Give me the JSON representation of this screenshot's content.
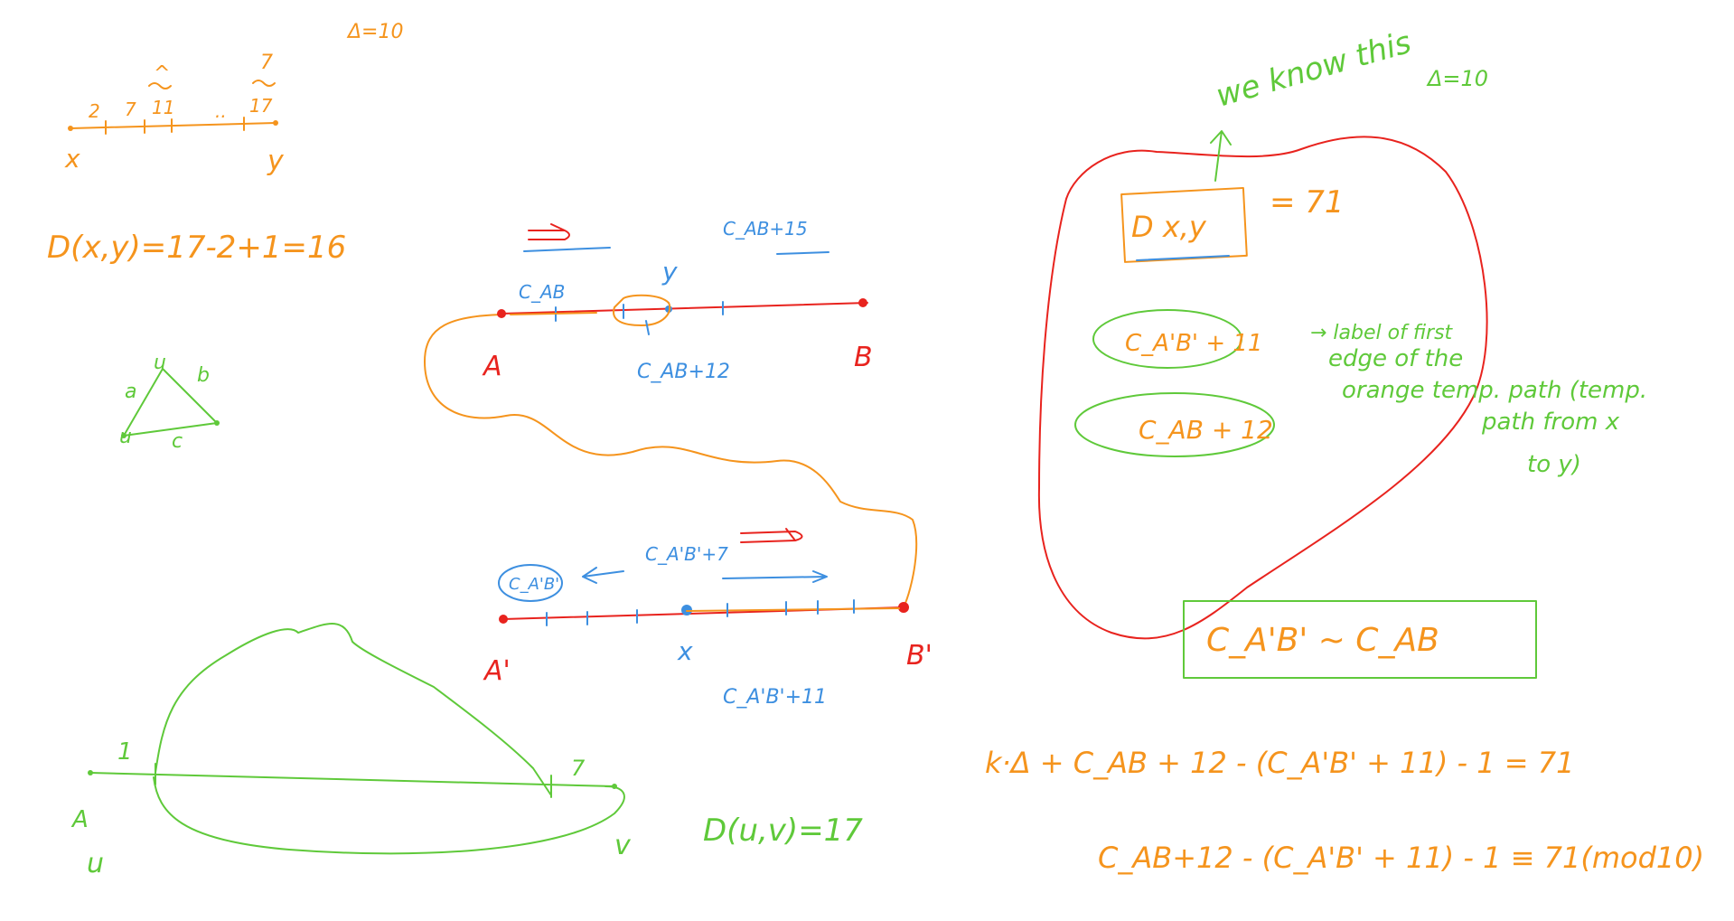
{
  "colors": {
    "orange": "#f5941d",
    "green": "#5fc93a",
    "blue": "#3d8fe0",
    "red": "#e8231e",
    "background": "#ffffff"
  },
  "top_left": {
    "delta": "Δ=10",
    "tilde_hat": "^",
    "tilde_7": "7",
    "ticks": [
      "2",
      "7",
      "11",
      "..",
      "17"
    ],
    "x_label": "x",
    "y_label": "y",
    "distance_formula": "D(x,y)=17-2+1=16"
  },
  "triangle": {
    "top_vertex": "u",
    "left_vertex": "u",
    "edge_a": "a",
    "edge_b": "b",
    "edge_c": "c"
  },
  "bottom_left": {
    "one_label": "1",
    "seven_label": "7",
    "a_label": "A",
    "u_label": "u",
    "v_label": "v",
    "distance_uv": "D(u,v)=17"
  },
  "middle": {
    "cab_label": "C_AB",
    "cab_plus_15": "C_AB+15",
    "cab_plus_12": "C_AB+12",
    "y_label": "y",
    "a_label": "A",
    "b_label": "B",
    "cab_prime_circle": "C_A'B'",
    "cab_prime_plus_7": "C_A'B'+7",
    "a_prime_label": "A'",
    "b_prime_label": "B'",
    "x_label": "x",
    "cab_prime_plus_11": "C_A'B'+11"
  },
  "right": {
    "we_know_this": "we know this",
    "delta": "Δ=10",
    "d_xy": "D x,y",
    "equals_71": "= 71",
    "cab_prime_plus_11": "C_A'B' + 11",
    "cab_plus_12": "C_AB + 12",
    "note_line1": "→ label of first",
    "note_line2": "edge of the",
    "note_line3": "orange temp. path (temp.",
    "note_line4": "path from x",
    "note_line5": "to y)",
    "equivalence": "C_A'B'  ~  C_AB",
    "equation1": "k·Δ + C_AB + 12 - (C_A'B' + 11) - 1 = 71",
    "equation2": "C_AB+12 - (C_A'B' + 11) - 1 ≡ 71(mod10)"
  }
}
